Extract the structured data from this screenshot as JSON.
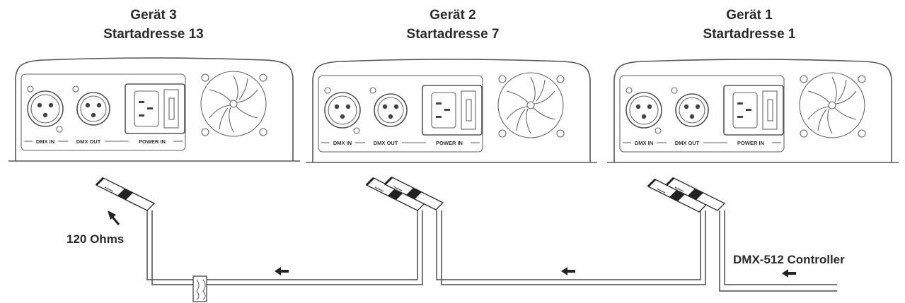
{
  "devices": [
    {
      "name": "Gerät 3",
      "address": "Startadresse 13"
    },
    {
      "name": "Gerät 2",
      "address": "Startadresse 7"
    },
    {
      "name": "Gerät 1",
      "address": "Startadresse 1"
    }
  ],
  "port_labels": {
    "dmx_in": "DMX IN",
    "dmx_out": "DMX OUT",
    "power_in": "POWER IN"
  },
  "terminator_label": "120 Ohms",
  "controller_label": "DMX-512 Controller",
  "colors": {
    "line": "#555555",
    "text": "#2b2b2b",
    "background": "#ffffff"
  }
}
